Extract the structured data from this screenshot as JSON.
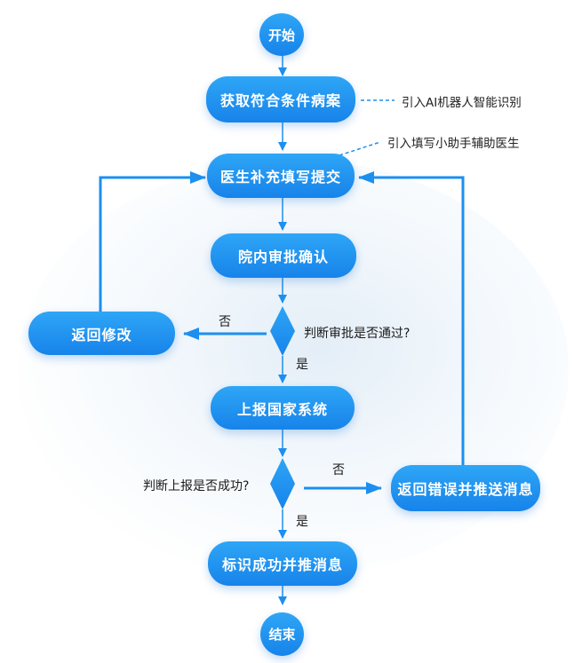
{
  "nodes": {
    "start": "开始",
    "fetch": "获取符合条件病案",
    "supplement": "医生补充填写提交",
    "approve": "院内审批确认",
    "return_edit": "返回修改",
    "report": "上报国家系统",
    "return_error": "返回错误并推送消息",
    "mark_success": "标识成功并推消息",
    "end": "结束"
  },
  "decisions": {
    "approval_check": "判断审批是否通过?",
    "report_check": "判断上报是否成功?"
  },
  "branch_labels": {
    "yes_1": "是",
    "no_1": "否",
    "yes_2": "是",
    "no_2": "否"
  },
  "notes": {
    "ai": "引入AI机器人智能识别",
    "assistant": "引入填写小助手辅助医生"
  },
  "colors": {
    "node_top": "#2ea6f6",
    "node_bottom": "#1783ea",
    "line": "#1c8ff0",
    "dashed": "#1c8ff0"
  }
}
